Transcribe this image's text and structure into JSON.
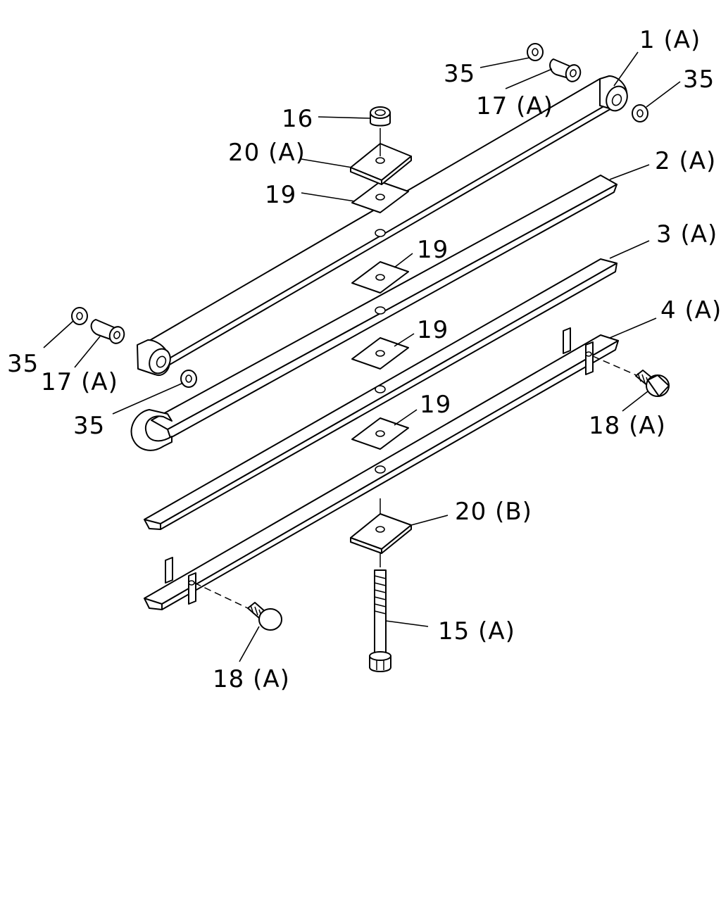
{
  "diagram": {
    "labels": {
      "leaf1": "1 (A)",
      "leaf2": "2 (A)",
      "leaf3": "3 (A)",
      "leaf4": "4 (A)",
      "nut16": "16",
      "plate20a": "20 (A)",
      "plate20b": "20 (B)",
      "pad19_top": "19",
      "pad19_a": "19",
      "pad19_b": "19",
      "pad19_c": "19",
      "bushing17_right": "17 (A)",
      "bushing17_left": "17 (A)",
      "washer35_tr_a": "35",
      "washer35_tr_b": "35",
      "washer35_left_a": "35",
      "washer35_left_b": "35",
      "bolt18_right": "18 (A)",
      "bolt18_left": "18 (A)",
      "bolt15": "15 (A)"
    }
  }
}
